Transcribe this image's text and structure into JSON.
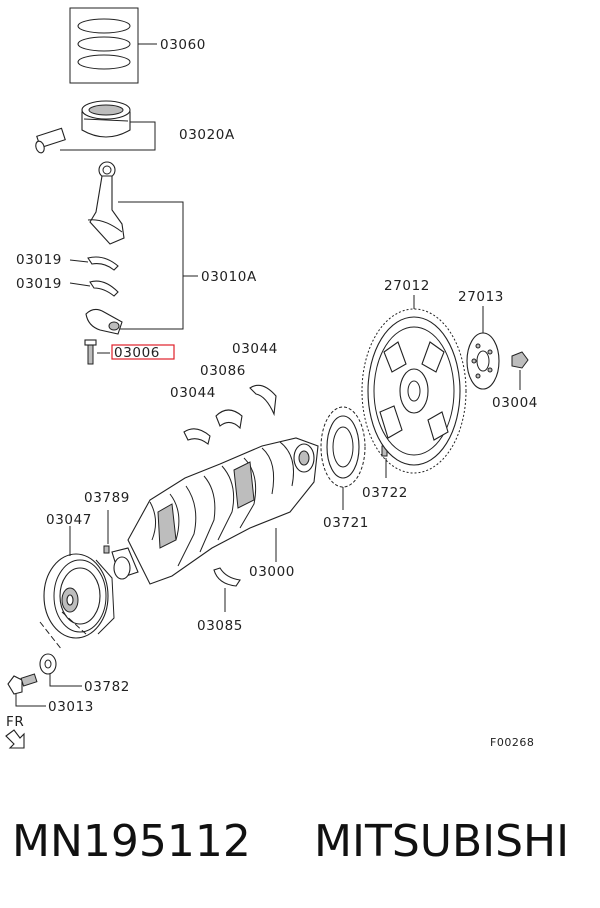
{
  "diagram": {
    "labels": {
      "piston_rings": "03060",
      "piston": "03020A",
      "conrod_bearing_upper": "03019",
      "conrod_bearing_lower": "03019",
      "conrod_assy": "03010A",
      "conrod_bolt": "03006",
      "thrust_bearing_a": "03044",
      "thrust_bearing_b": "03044",
      "main_bearing_upper": "03086",
      "drive_plate": "27012",
      "adapter_plate": "27013",
      "drive_plate_bolt": "03004",
      "pin": "03722",
      "crank_sensor_plate": "03721",
      "key": "03789",
      "damper_pulley": "03047",
      "crankshaft": "03000",
      "main_bearing_lower": "03085",
      "washer": "03782",
      "pulley_bolt": "03013",
      "front_indicator": "FR",
      "figure_code": "F00268"
    },
    "highlighted_part": "03006",
    "highlight_color": "#e0202a"
  },
  "caption": {
    "part_number": "MN195112",
    "brand": "MITSUBISHI"
  }
}
